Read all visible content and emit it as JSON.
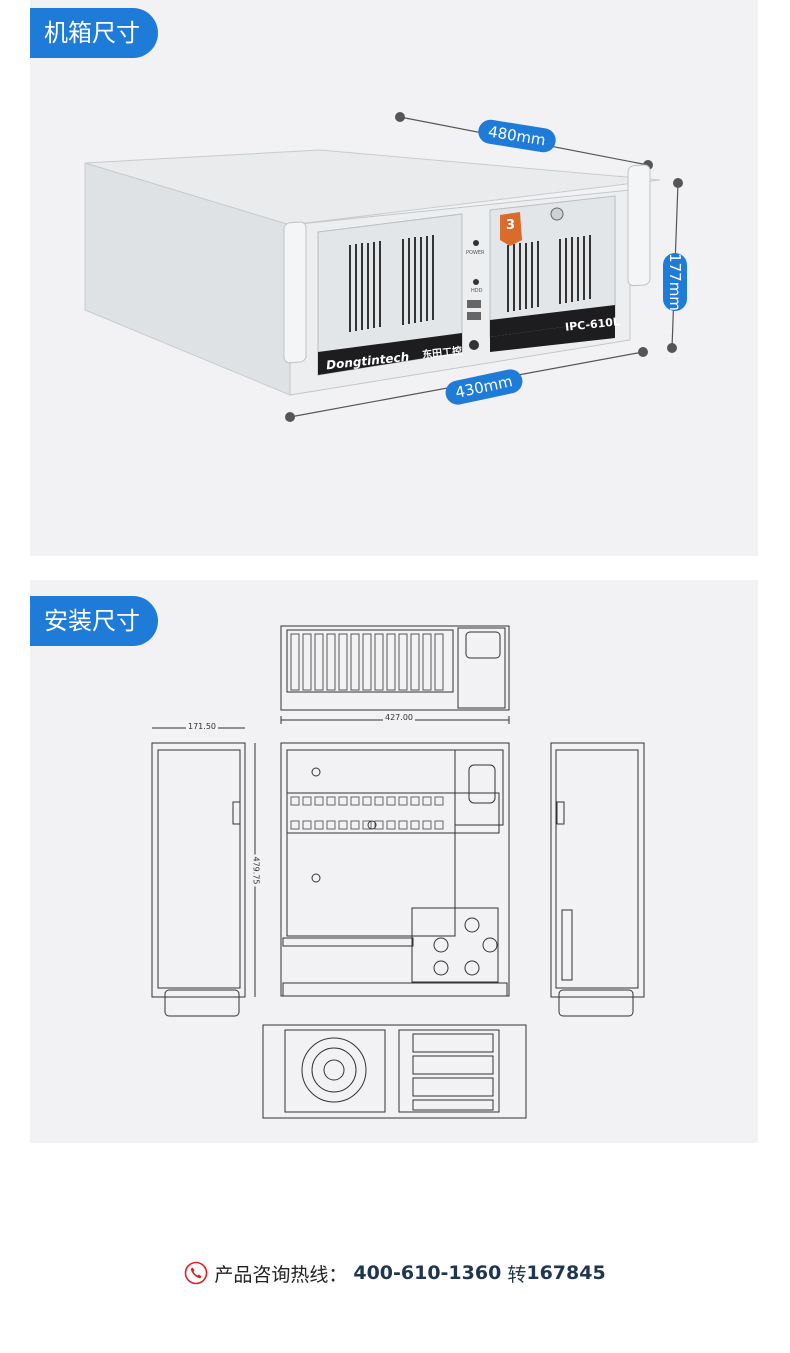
{
  "sections": {
    "chassis": {
      "title": "机箱尺寸"
    },
    "install": {
      "title": "安装尺寸"
    }
  },
  "chassis_dims": {
    "width": "480mm",
    "depth": "430mm",
    "height": "177mm"
  },
  "product": {
    "brand": "Dongtintech",
    "brand_cn": "东田工控",
    "model": "IPC-610L",
    "power_label": "POWER",
    "hdd_label": "HDD",
    "warranty_badge": "3"
  },
  "drawing_dims": {
    "top_width": "427.00",
    "side_depth": "171.50",
    "side_height": "479.75"
  },
  "hotline": {
    "label": "产品咨询热线：",
    "number": "400-610-1360",
    "ext_label": "转",
    "ext": "167845"
  },
  "colors": {
    "accent": "#1f7bd8",
    "panel_bg": "#f2f2f4"
  }
}
